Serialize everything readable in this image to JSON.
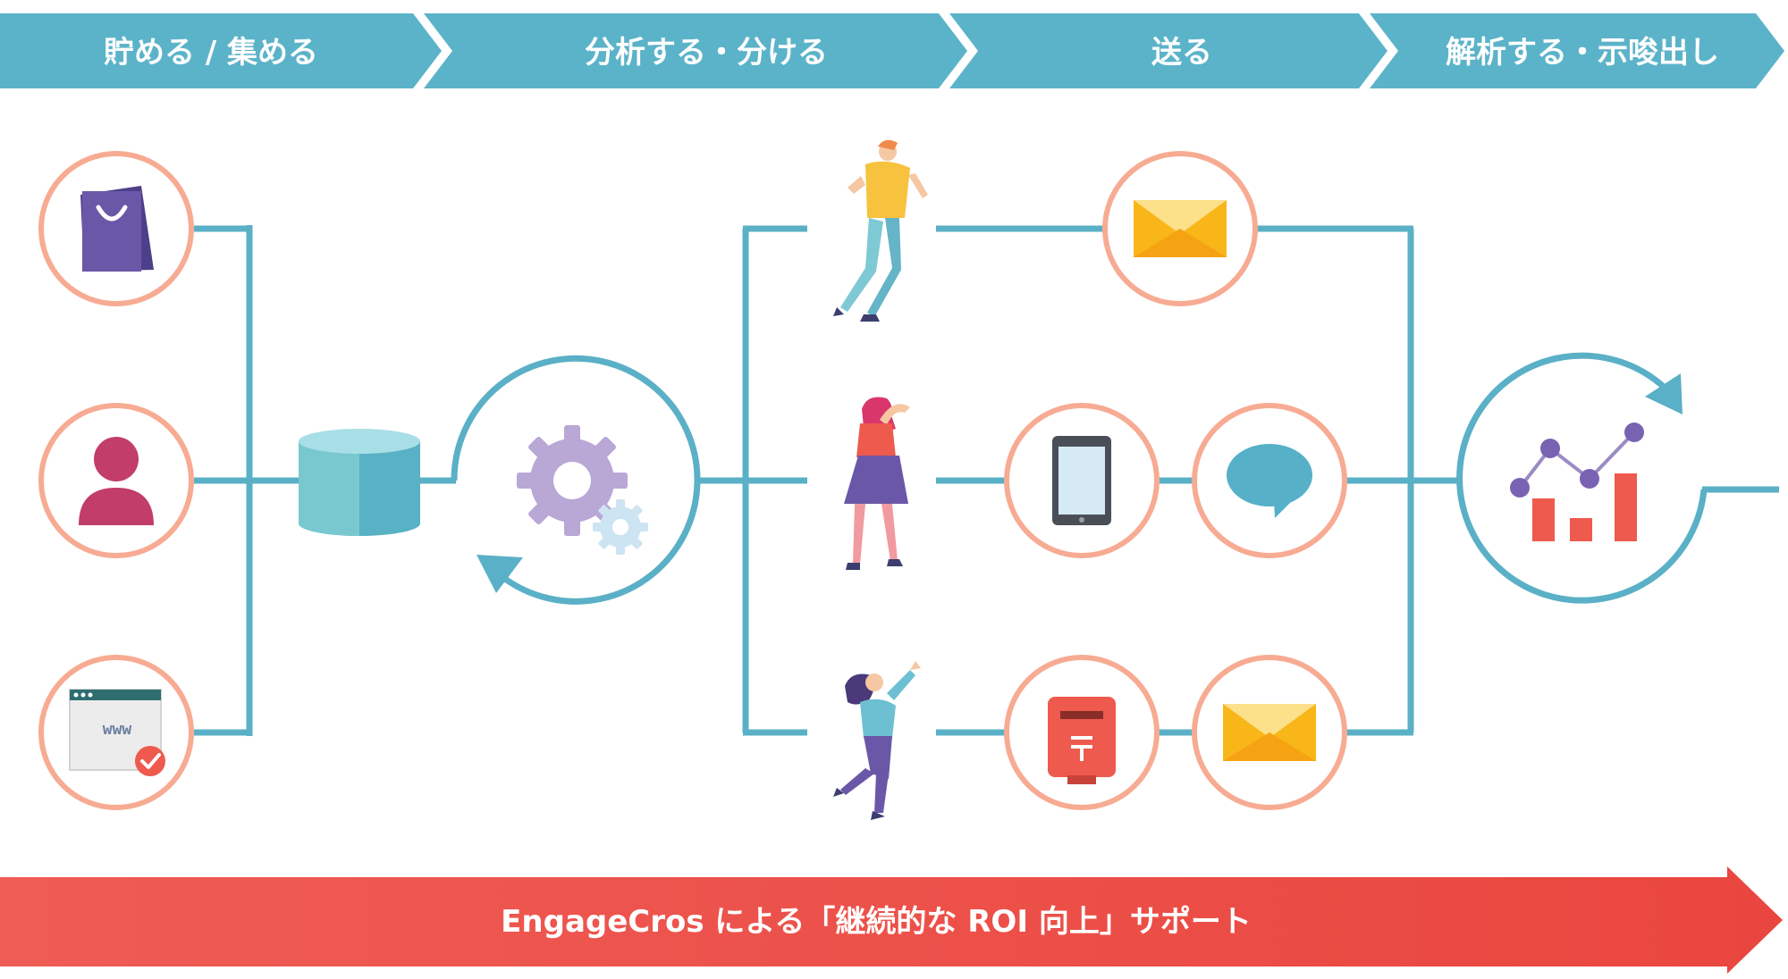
{
  "steps": [
    {
      "label": "貯める / 集める"
    },
    {
      "label": "分析する・分ける"
    },
    {
      "label": "送る"
    },
    {
      "label": "解析する・示唆出し"
    }
  ],
  "sources": {
    "www_text": "www"
  },
  "banner": {
    "text": "EngageCros による「継続的な ROI 向上」サポート"
  },
  "colors": {
    "step_bar": "#5bb3c9",
    "line": "#5ab0c6",
    "circle_stroke": "#f7ab93",
    "banner": "#ee5550",
    "database": "#6fc2cd",
    "gear": "#b9a7d6",
    "gear_small": "#cde4f2",
    "bag": "#6b57a8",
    "person_icon": "#c23d6a",
    "envelope": "#f8b619",
    "bubble": "#55b0c8",
    "postbox": "#ee5a4d",
    "chart_bar": "#ee5a4d",
    "chart_dot": "#7a62b3"
  }
}
